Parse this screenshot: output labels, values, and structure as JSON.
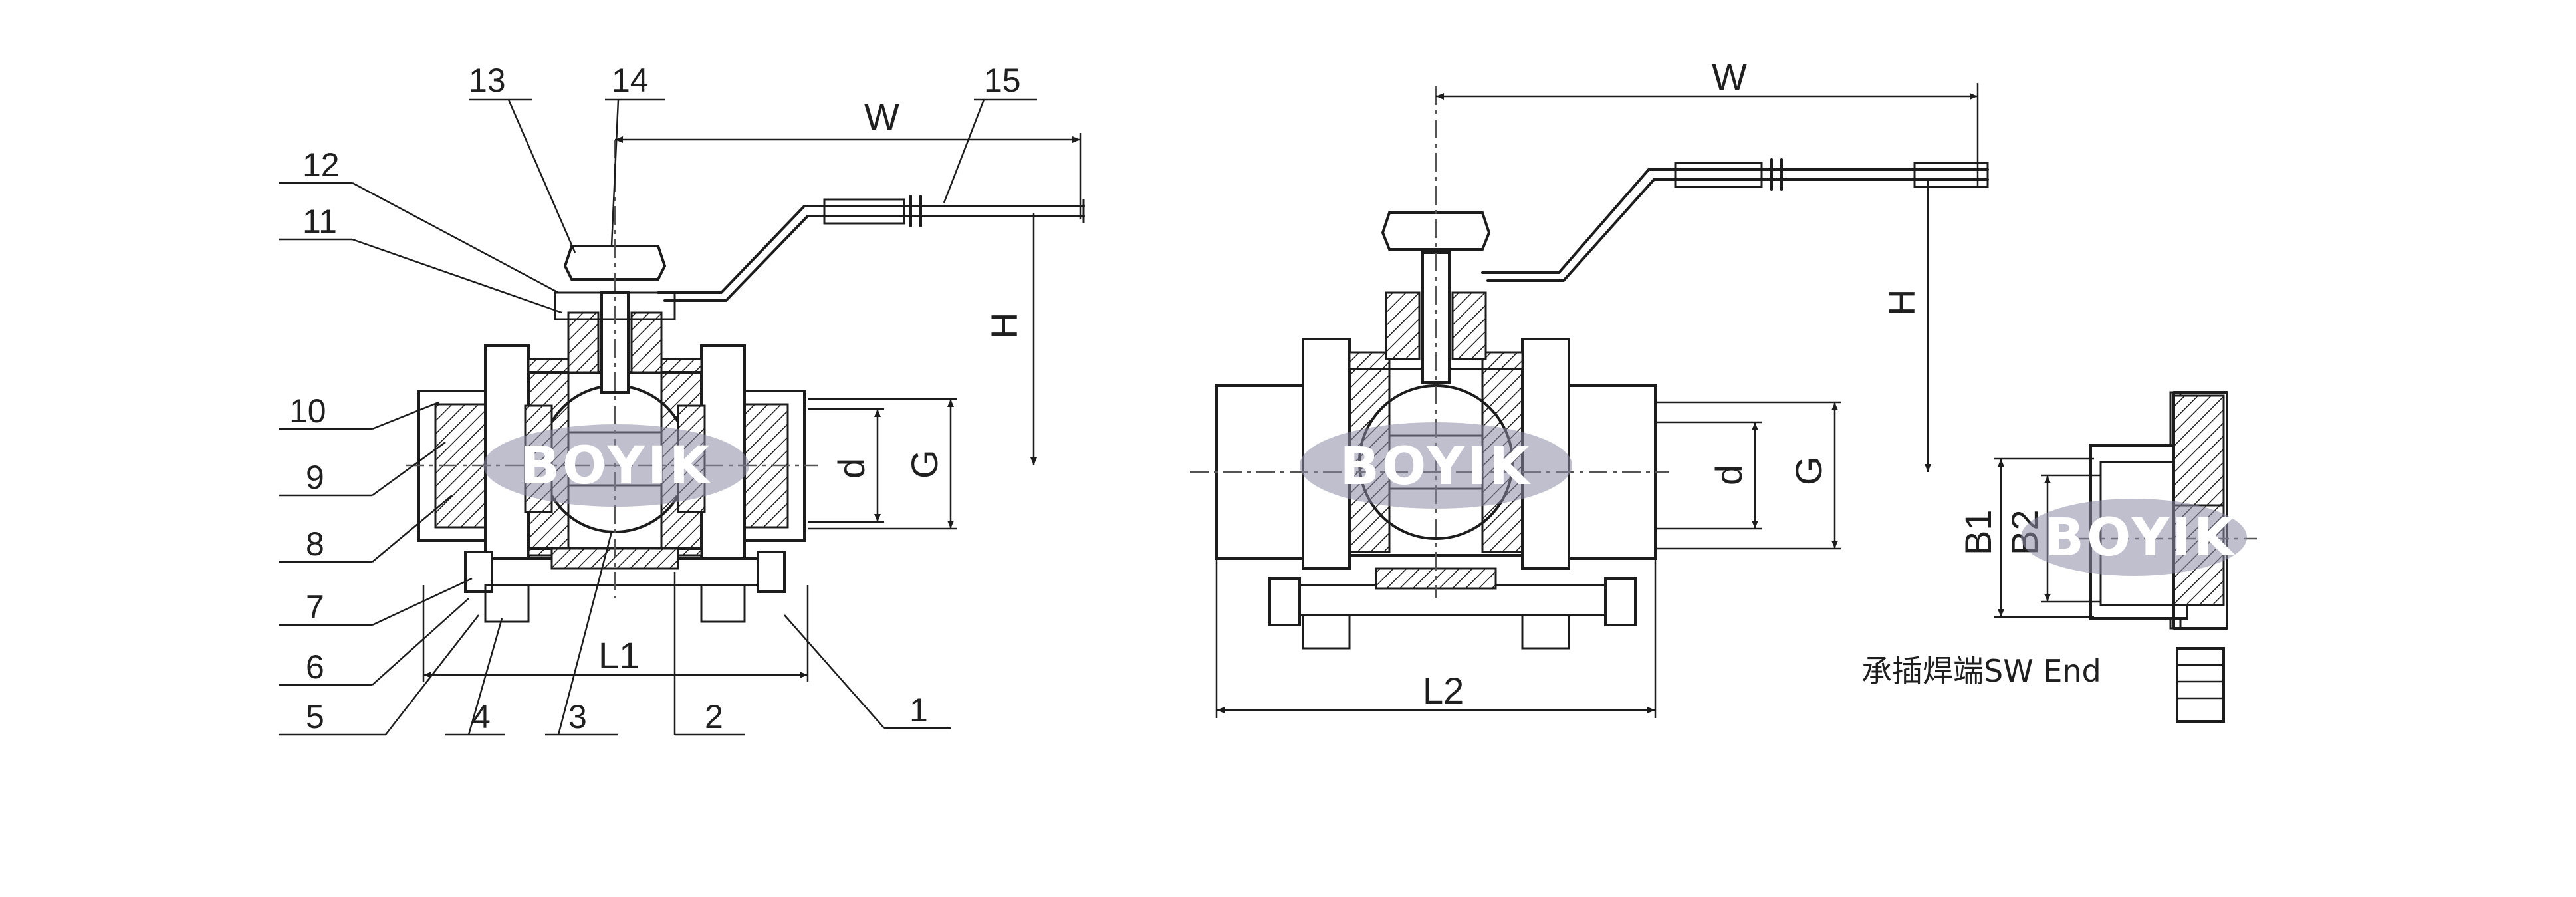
{
  "diagram": {
    "left_view": {
      "part_numbers": [
        "1",
        "2",
        "3",
        "4",
        "5",
        "6",
        "7",
        "8",
        "9",
        "10",
        "11",
        "12",
        "13",
        "14",
        "15"
      ],
      "dimensions": {
        "w": "W",
        "h": "H",
        "d": "d",
        "g": "G",
        "l1": "L1"
      }
    },
    "right_view": {
      "dimensions": {
        "w": "W",
        "h": "H",
        "d": "d",
        "g": "G",
        "l2": "L2"
      }
    },
    "detail_view": {
      "dimensions": {
        "b1": "B1",
        "b2": "B2"
      },
      "caption": "承插焊端SW End"
    },
    "watermark": "BOYIK"
  }
}
